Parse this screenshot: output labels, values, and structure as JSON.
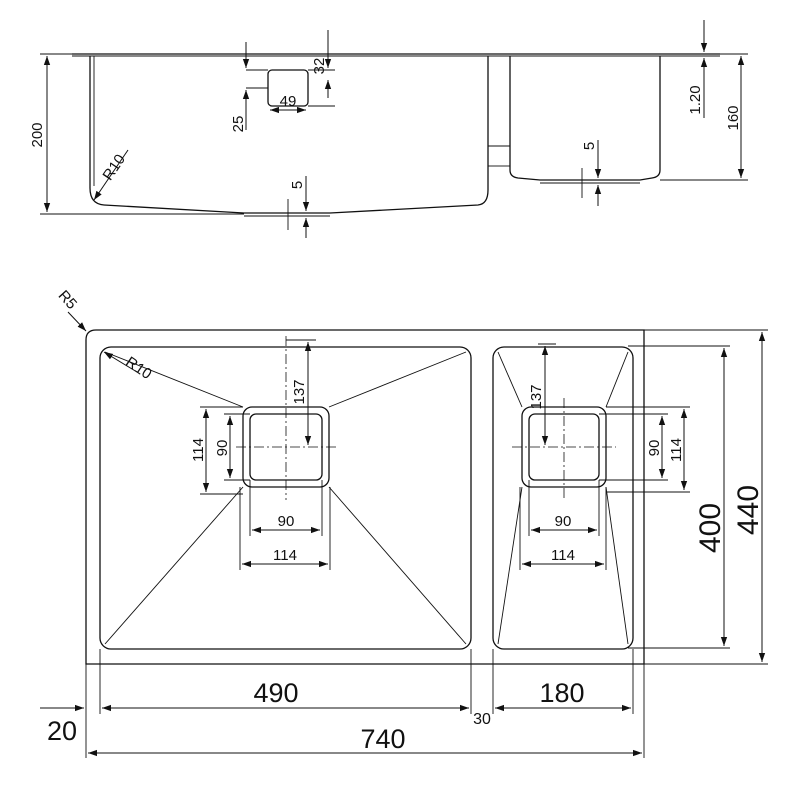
{
  "side_view": {
    "total_height": "200",
    "radius": "R10",
    "drain_offset": "25",
    "drain_height": "32",
    "drain_width": "49",
    "left_bottom": "5",
    "rim": "1.20",
    "small_bowl_height": "160",
    "right_bottom": "5"
  },
  "top_view": {
    "corner_radius": "R5",
    "inner_radius": "R10",
    "left_drain_offset": "137",
    "left_drain_outer_h": "114",
    "left_drain_inner_h": "90",
    "left_drain_inner_w": "90",
    "left_drain_outer_w": "114",
    "right_drain_offset": "137",
    "right_drain_inner_h": "90",
    "right_drain_outer_h": "114",
    "right_drain_inner_w": "90",
    "right_drain_outer_w": "114",
    "inner_depth": "400",
    "outer_depth": "440",
    "left_bowl_width": "490",
    "right_bowl_width": "180",
    "divider": "30",
    "edge": "20",
    "overall_width": "740"
  }
}
